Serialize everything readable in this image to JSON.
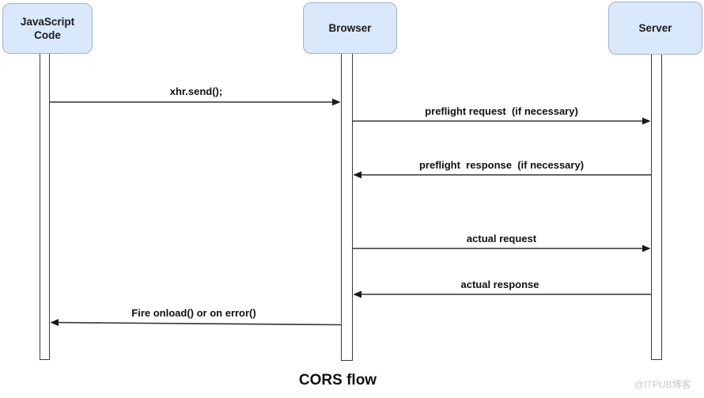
{
  "title": "CORS flow",
  "watermark": "@ITPUB博客",
  "actors": [
    {
      "label": "JavaScript Code"
    },
    {
      "label": "Browser"
    },
    {
      "label": "Server"
    }
  ],
  "messages": [
    {
      "label": "xhr.send();",
      "from": "JavaScript Code",
      "to": "Browser"
    },
    {
      "label": "preflight request  (if necessary)",
      "from": "Browser",
      "to": "Server"
    },
    {
      "label": "preflight  response  (if necessary)",
      "from": "Server",
      "to": "Browser"
    },
    {
      "label": "actual request",
      "from": "Browser",
      "to": "Server"
    },
    {
      "label": "actual response",
      "from": "Server",
      "to": "Browser"
    },
    {
      "label": "Fire onload() or on error()",
      "from": "Browser",
      "to": "JavaScript Code"
    }
  ],
  "colors": {
    "actor_fill": "#d9e8fb",
    "actor_border": "#9db3cc",
    "line": "#333333",
    "arrowhead": "#1a1a1a",
    "watermark": "#c9c9c9"
  }
}
